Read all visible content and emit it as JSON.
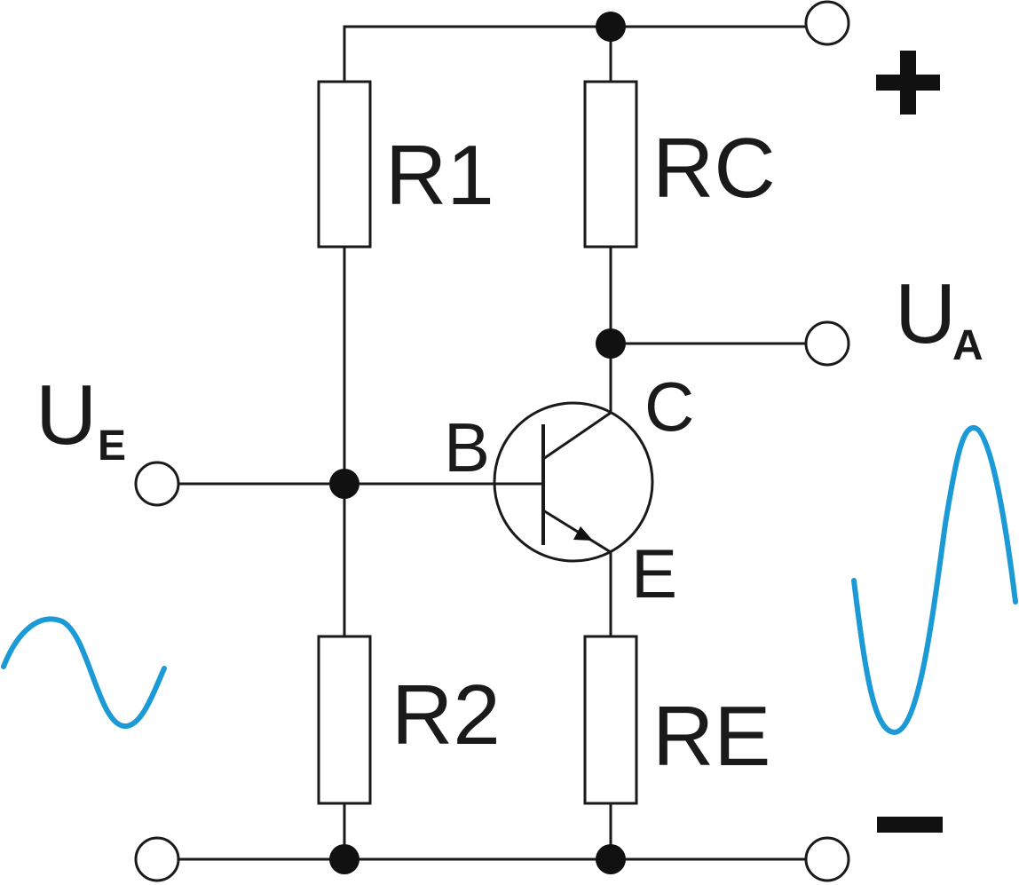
{
  "diagram": {
    "labels": {
      "r1": "R1",
      "r2": "R2",
      "rc": "RC",
      "re": "RE",
      "base": "B",
      "collector": "C",
      "emitter": "E",
      "input_main": "U",
      "input_sub": "E",
      "output_main": "U",
      "output_sub": "A"
    },
    "colors": {
      "wire": "#1a1a1a",
      "signal_wave": "#1b9ad6"
    },
    "icons": {
      "plus": "plus-symbol",
      "minus": "minus-symbol"
    }
  }
}
